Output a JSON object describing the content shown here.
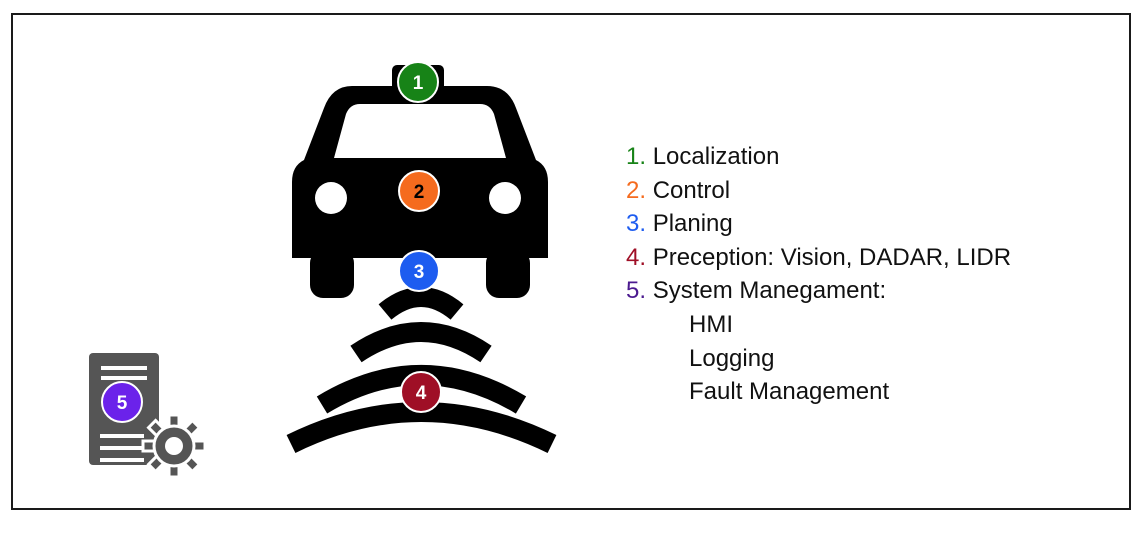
{
  "colors": {
    "c1": "#178317",
    "c2": "#f56b1e",
    "c3": "#1d5cf0",
    "c4": "#9f0f26",
    "c5": "#6b22ea",
    "car": "#000000",
    "server": "#555555"
  },
  "icons": {
    "car": "car-front-icon",
    "waves": "sensor-waves-icon",
    "server": "server-gear-icon"
  },
  "badges": [
    {
      "num": "1"
    },
    {
      "num": "2"
    },
    {
      "num": "3"
    },
    {
      "num": "4"
    },
    {
      "num": "5"
    }
  ],
  "legend": {
    "items": [
      {
        "num": "1.",
        "label": "Localization"
      },
      {
        "num": "2.",
        "label": "Control"
      },
      {
        "num": "3.",
        "label": "Planing"
      },
      {
        "num": "4.",
        "label": "Preception: Vision, DADAR, LIDR"
      },
      {
        "num": "5.",
        "label": "System Manegament:"
      }
    ],
    "subitems": [
      "HMI",
      "Logging",
      "Fault Management"
    ]
  }
}
